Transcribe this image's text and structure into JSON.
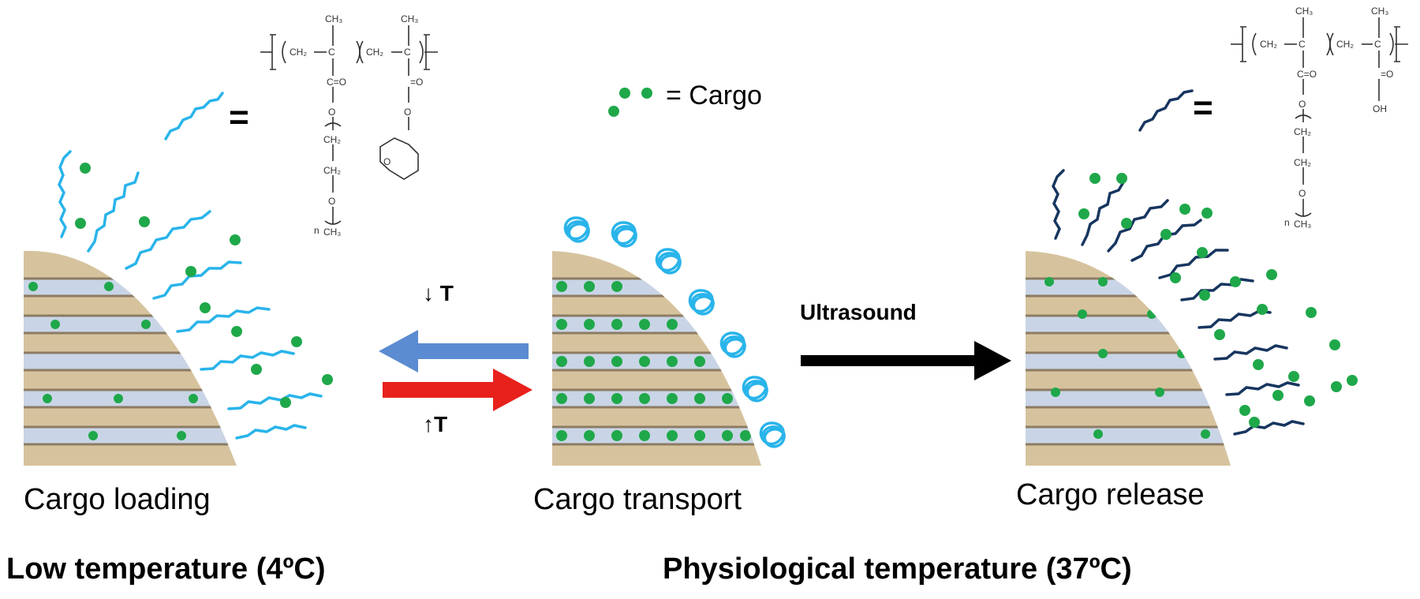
{
  "labels": {
    "stage_loading": "Cargo loading",
    "stage_transport": "Cargo transport",
    "stage_release": "Cargo release",
    "temp_low": "Low temperature (4ºC)",
    "temp_physio": "Physiological temperature (37ºC)",
    "equals_left": "=",
    "equals_right": "=",
    "cargo_key": "= Cargo",
    "arrow_decrease": "↓ T",
    "arrow_increase": "↑T",
    "arrow_ultrasound": "Ultrasound"
  },
  "chem_left": {
    "ch3_a": "CH₃",
    "ch3_b": "CH₃",
    "ch2_a": "CH₂",
    "c_a": "C",
    "ch2_b": "CH₂",
    "c_b": "C",
    "ester_co_a": "C=O",
    "ester_co_b": "=O",
    "o_a": "O",
    "o_b": "O",
    "peg_ch2_a": "CH₂",
    "peg_ch2_b": "CH₂",
    "peg_o": "O",
    "peg_end": "CH₃",
    "ring_o": "O",
    "sub_n": "n"
  },
  "chem_right": {
    "ch3_a": "CH₃",
    "ch3_b": "CH₃",
    "ch2_a": "CH₂",
    "c_a": "C",
    "ch2_b": "CH₂",
    "c_b": "C",
    "ester_co_a": "C=O",
    "acid_o": "=O",
    "acid_oh": "OH",
    "o_a": "O",
    "peg_ch2_a": "CH₂",
    "peg_ch2_b": "CH₂",
    "peg_o": "O",
    "peg_end": "CH₃",
    "sub_n": "n"
  },
  "colors": {
    "particle_fill": "#d6c39e",
    "layer_band": "#c9d5e6",
    "layer_line": "#8c7b63",
    "cargo": "#1fa84a",
    "polymer_loose": "#29b4ea",
    "polymer_collapsed": "#29b4ea",
    "polymer_release": "#17365f",
    "arrow_cool": "#5b8bd1",
    "arrow_heat": "#e8211c",
    "arrow_ultrasound": "#000000"
  },
  "icons": {
    "cargo": "green-dot",
    "polymer_coil": "scribble-coil",
    "arrow": "block-arrow"
  }
}
